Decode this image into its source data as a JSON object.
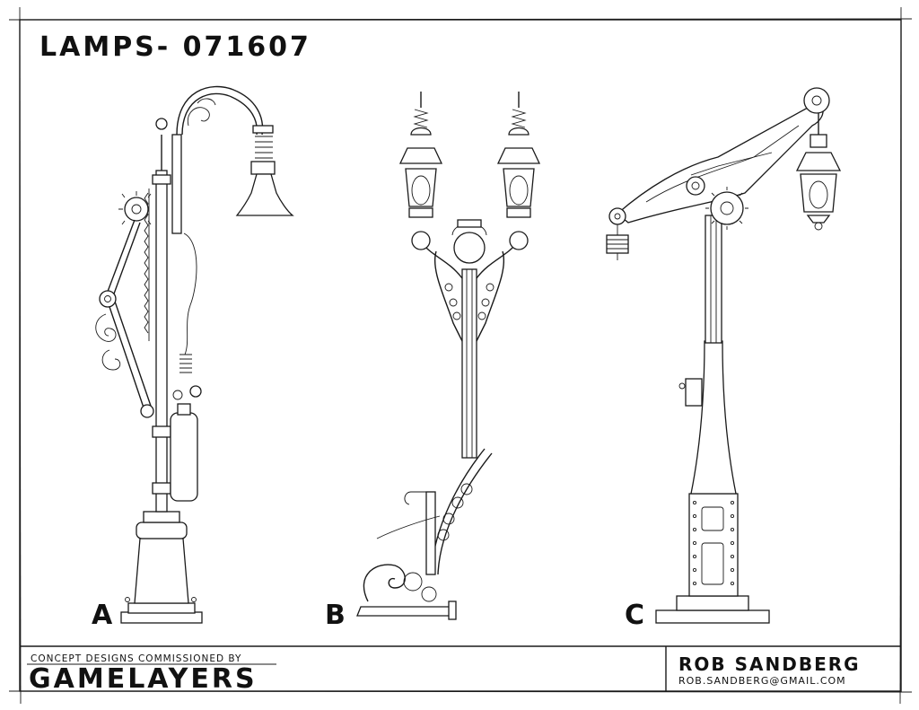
{
  "title": "LAMPS- 071607",
  "labels": {
    "a": "A",
    "b": "B",
    "c": "C"
  },
  "footer": {
    "commissioned_text": "CONCEPT DESIGNS COMMISSIONED BY",
    "brand": "GAMELAYERS",
    "author": "ROB SANDBERG",
    "email": "ROB.SANDBERG@GMAIL.COM"
  }
}
